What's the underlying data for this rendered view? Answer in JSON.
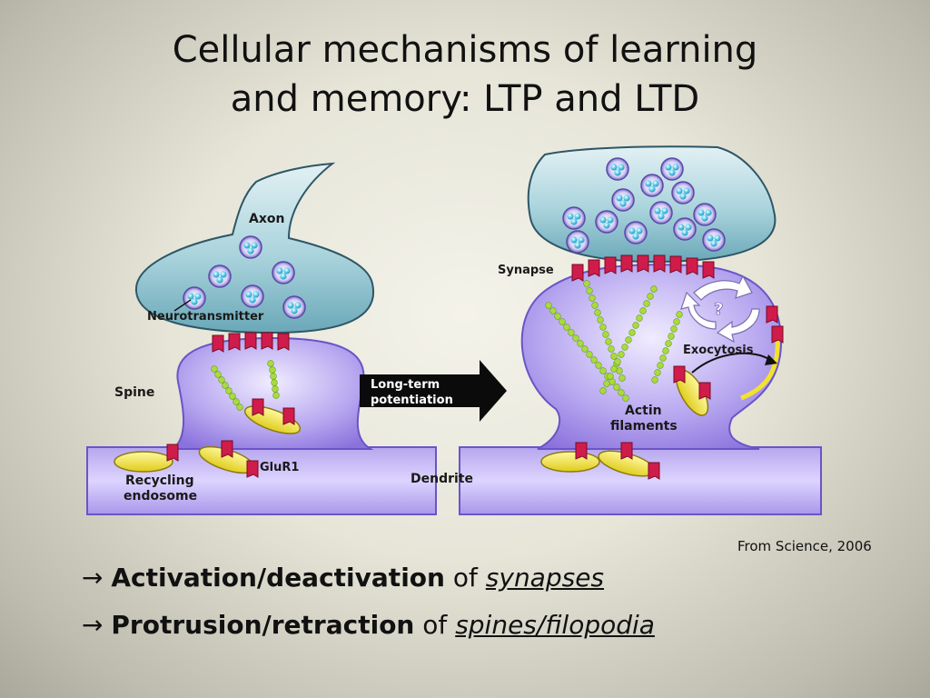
{
  "slide": {
    "title_line1": "Cellular mechanisms of learning",
    "title_line2": "and memory: LTP and LTD",
    "source": "From Science, 2006"
  },
  "diagram": {
    "left_labels": {
      "axon": "Axon",
      "neurotransmitter": "Neurotransmitter",
      "spine": "Spine",
      "glur1": "GluR1",
      "recycling_1": "Recycling",
      "recycling_2": "endosome"
    },
    "arrow": {
      "line1": "Long-term",
      "line2": "potentiation"
    },
    "right_labels": {
      "synapse": "Synapse",
      "question": "?",
      "exocytosis": "Exocytosis",
      "actin_1": "Actin",
      "actin_2": "filaments",
      "dendrite": "Dendrite"
    },
    "colors": {
      "axon": "#9fd0dc",
      "spine": "#a898e4",
      "receptor": "#d01c4a",
      "endosome": "#f2e64a",
      "actin": "#a8dc3c"
    }
  },
  "bullets": [
    {
      "arrow": "→",
      "bold": "Activation/deactivation",
      "mid": "of",
      "italic": "synapses"
    },
    {
      "arrow": "→",
      "bold": "Protrusion/retraction",
      "mid": "of",
      "italic": "spines/filopodia"
    }
  ]
}
